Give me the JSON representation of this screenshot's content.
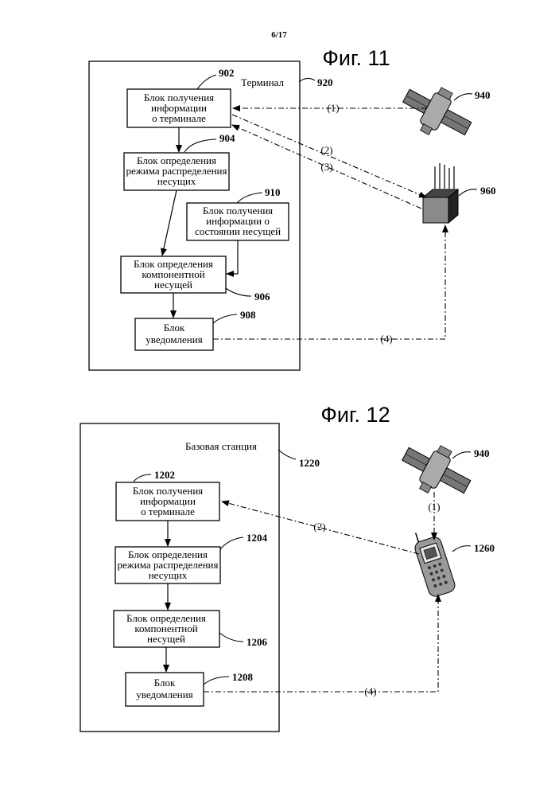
{
  "page": {
    "number": "6/17"
  },
  "fig11": {
    "title": "Фиг. 11",
    "container": {
      "label": "Терминал",
      "ref": "920"
    },
    "blocks": {
      "b902": {
        "ref": "902",
        "lines": [
          "Блок получения",
          "информации",
          "о терминале"
        ]
      },
      "b904": {
        "ref": "904",
        "lines": [
          "Блок определения",
          "режима распределения",
          "несущих"
        ]
      },
      "b910": {
        "ref": "910",
        "lines": [
          "Блок получения",
          "информации о",
          "состоянии несущей"
        ]
      },
      "b906": {
        "ref": "906",
        "lines": [
          "Блок определения",
          "компонентной",
          "несущей"
        ]
      },
      "b908": {
        "ref": "908",
        "lines": [
          "Блок",
          "уведомления"
        ]
      }
    },
    "satellite_ref": "940",
    "base_station_ref": "960",
    "links": [
      "(1)",
      "(2)",
      "(3)",
      "(4)"
    ]
  },
  "fig12": {
    "title": "Фиг. 12",
    "container": {
      "label": "Базовая станция",
      "ref": "1220"
    },
    "blocks": {
      "b1202": {
        "ref": "1202",
        "lines": [
          "Блок получения",
          "информации",
          "о терминале"
        ]
      },
      "b1204": {
        "ref": "1204",
        "lines": [
          "Блок определения",
          "режима распределения",
          "несущих"
        ]
      },
      "b1206": {
        "ref": "1206",
        "lines": [
          "Блок определения",
          "компонентной",
          "несущей"
        ]
      },
      "b1208": {
        "ref": "1208",
        "lines": [
          "Блок",
          "уведомления"
        ]
      }
    },
    "satellite_ref": "940",
    "terminal_ref": "1260",
    "links": [
      "(1)",
      "(2)",
      "(4)"
    ]
  }
}
